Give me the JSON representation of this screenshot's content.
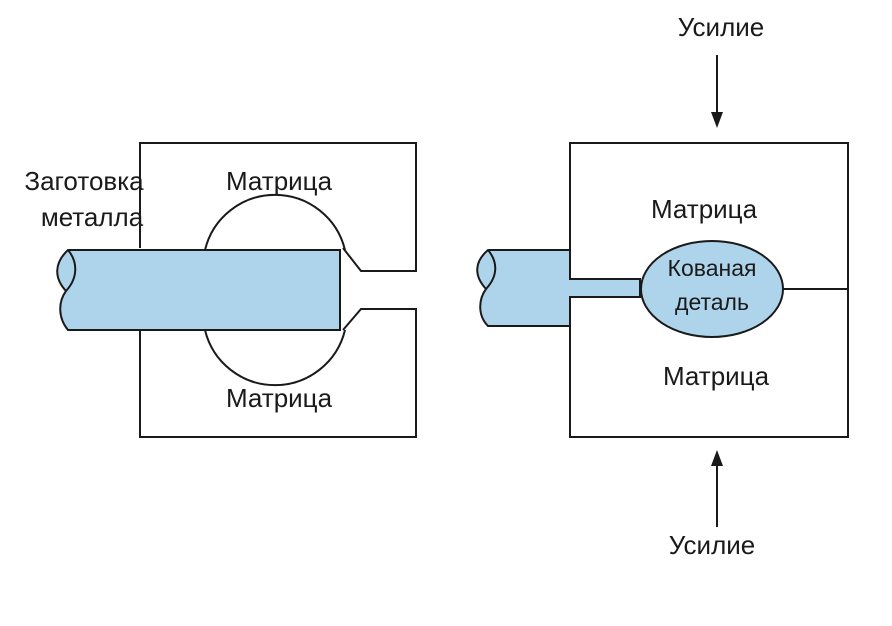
{
  "left_panel": {
    "blank_label_line1": "Заготовка",
    "blank_label_line2": "металла",
    "upper_die_label": "Матрица",
    "lower_die_label": "Матрица"
  },
  "right_panel": {
    "force_top_label": "Усилие",
    "force_bottom_label": "Усилие",
    "upper_die_label": "Матрица",
    "lower_die_label": "Матрица",
    "forged_part_line1": "Кованая",
    "forged_part_line2": "деталь"
  },
  "colors": {
    "metal_fill": "#aed4ec",
    "outline": "#1a1a1a",
    "background": "#ffffff"
  }
}
